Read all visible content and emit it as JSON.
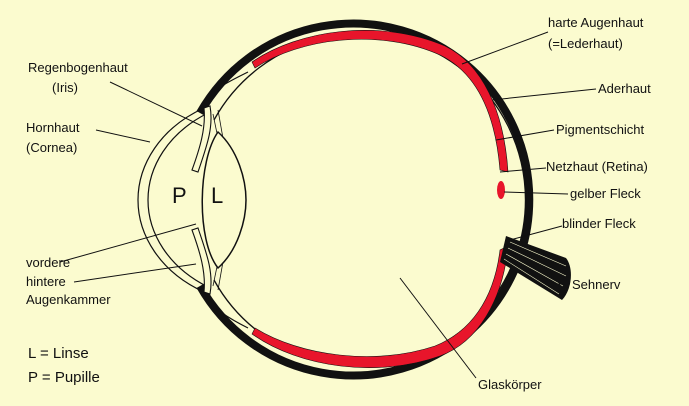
{
  "labels": {
    "harte_augenhaut_1": "harte Augenhaut",
    "harte_augenhaut_2": "(=Lederhaut)",
    "aderhaut": "Aderhaut",
    "pigmentschicht": "Pigmentschicht",
    "netzhaut": "Netzhaut (Retina)",
    "gelber_fleck": "gelber Fleck",
    "blinder_fleck": "blinder Fleck",
    "sehnerv": "Sehnerv",
    "glaskoerper": "Glaskörper",
    "regenbogenhaut_1": "Regenbogenhaut",
    "regenbogenhaut_2": "(Iris)",
    "hornhaut_1": "Hornhaut",
    "hornhaut_2": "(Cornea)",
    "vordere": "vordere",
    "hintere": "hintere",
    "augenkammer": "Augenkammer",
    "pupille_mark": "P",
    "linse_mark": "L"
  },
  "legend": {
    "linse": "L = Linse",
    "pupille": "P = Pupille"
  },
  "colors": {
    "background": "#fbfbcf",
    "outline": "#111111",
    "retina": "#e8152b"
  }
}
